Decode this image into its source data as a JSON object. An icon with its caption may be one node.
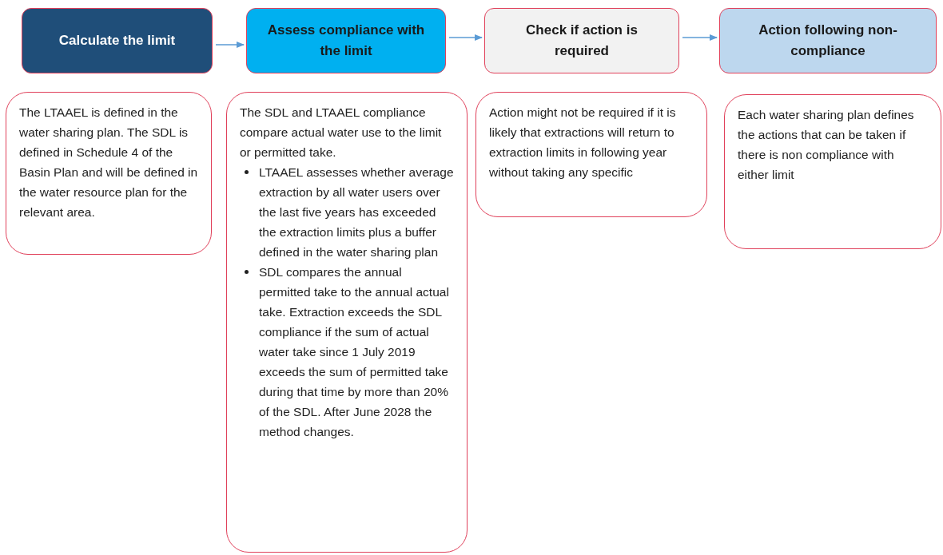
{
  "diagram": {
    "nodes": [
      {
        "text": [
          "Calculate the limit"
        ]
      },
      {
        "text": [
          "Assess compliance with the limit"
        ]
      },
      {
        "text": [
          "Check if action is required"
        ]
      },
      {
        "text": [
          "Action following non-compliance"
        ]
      },
      {
        "text": [
          "The LTAAEL is defined in the water sharing plan. The SDL is defined in Schedule 4 of the Basin Plan and will be defined in the water resource plan for the relevant area."
        ]
      },
      {
        "text": [
          "The SDL and LTAAEL compliance compare actual water use to the limit or permitted take.",
          "LTAAEL assesses whether average extraction by all water users over the last five years has exceeded the extraction limits plus a buffer defined in the water sharing plan",
          "SDL compares the annual permitted take to the annual actual take. Extraction exceeds the SDL compliance if the sum of actual water take since 1 July 2019  exceeds the sum of permitted take during that time by more than 20% of the SDL. After June 2028 the method changes."
        ]
      },
      {
        "text": [
          "Action might not be required if it is likely that extractions will return to extraction limits in following year without taking any specific"
        ]
      },
      {
        "text": [
          "Each water sharing plan defines the actions that can be taken if there is non compliance with either limit"
        ]
      }
    ],
    "edges": [
      {
        "from": 0,
        "to": 1,
        "arrow": "to"
      },
      {
        "from": 1,
        "to": 2,
        "arrow": "to"
      },
      {
        "from": 2,
        "to": 3,
        "arrow": "to"
      }
    ]
  }
}
